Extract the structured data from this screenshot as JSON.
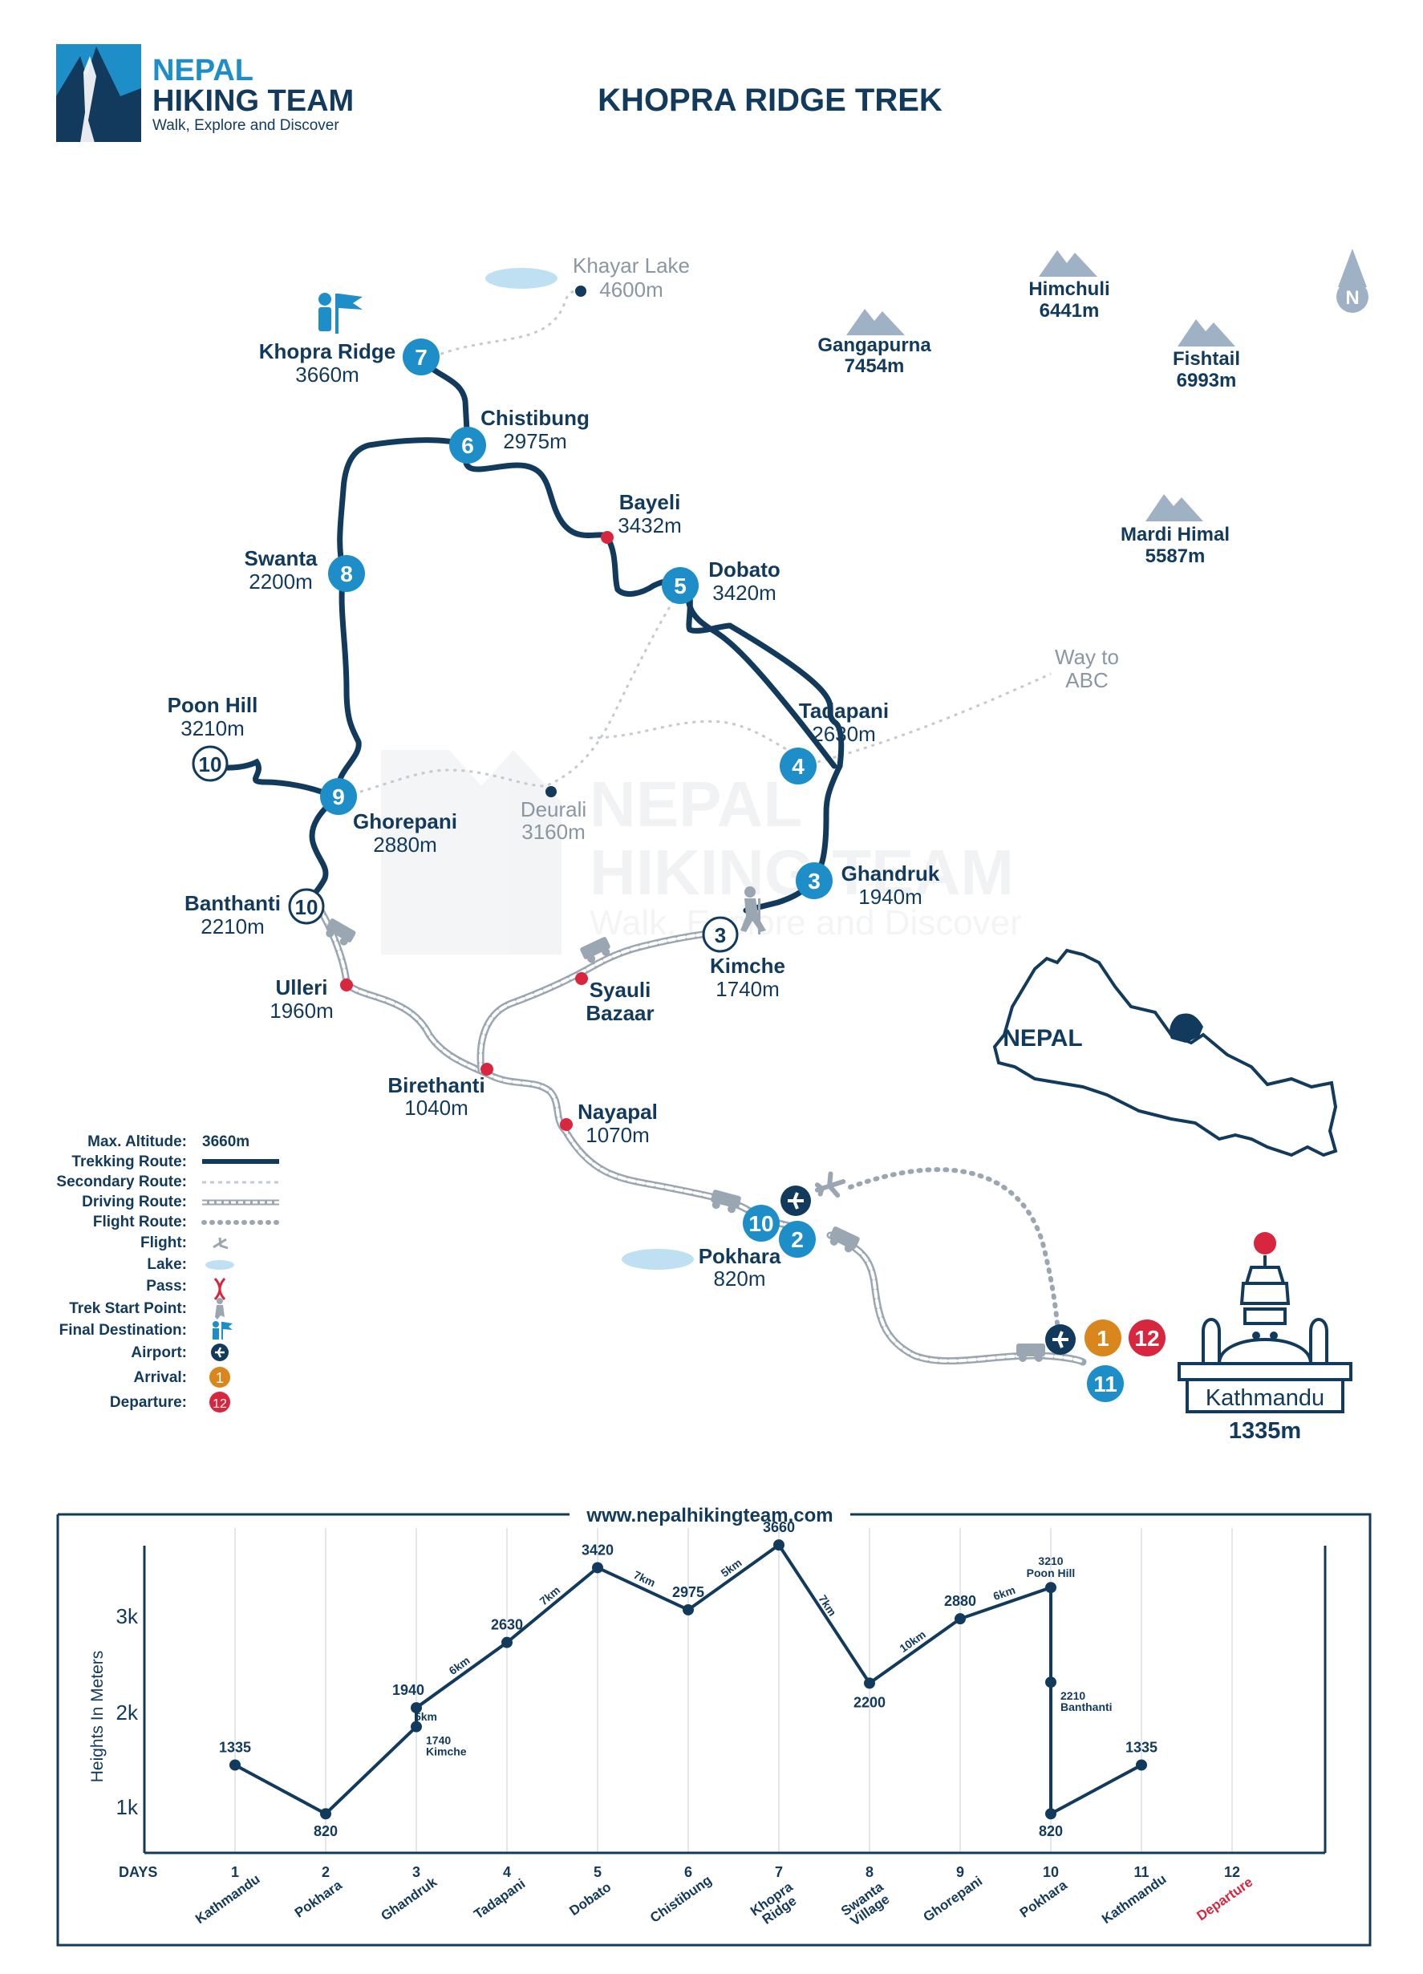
{
  "brand": {
    "line1": "NEPAL",
    "line2": "HIKING TEAM",
    "tagline": "Walk, Explore and Discover",
    "color": "#1e8ec9"
  },
  "title": "KHOPRA RIDGE TREK",
  "watermark": {
    "line1": "NEPAL",
    "line2": "HIKING TEAM",
    "line3": "Walk, Explore and Discover"
  },
  "compass": "N",
  "mountains": [
    {
      "name": "Himchuli",
      "alt": "6441m"
    },
    {
      "name": "Gangapurna",
      "alt": "7454m"
    },
    {
      "name": "Fishtail",
      "alt": "6993m"
    },
    {
      "name": "Mardi Himal",
      "alt": "5587m"
    }
  ],
  "lake_label": {
    "name": "Khayar Lake",
    "alt": "4600m"
  },
  "way_to": {
    "line1": "Way to",
    "line2": "ABC"
  },
  "deurali": {
    "name": "Deurali",
    "alt": "3160m"
  },
  "stops": {
    "khopra": {
      "name": "Khopra Ridge",
      "alt": "3660m",
      "day": "7"
    },
    "chistibung": {
      "name": "Chistibung",
      "alt": "2975m",
      "day": "6"
    },
    "bayeli": {
      "name": "Bayeli",
      "alt": "3432m"
    },
    "dobato": {
      "name": "Dobato",
      "alt": "3420m",
      "day": "5"
    },
    "swanta": {
      "name": "Swanta",
      "alt": "2200m",
      "day": "8"
    },
    "tadapani": {
      "name": "Tadapani",
      "alt": "2630m",
      "day": "4"
    },
    "poonhill": {
      "name": "Poon Hill",
      "alt": "3210m",
      "day": "10"
    },
    "ghorepani": {
      "name": "Ghorepani",
      "alt": "2880m",
      "day": "9"
    },
    "ghandruk": {
      "name": "Ghandruk",
      "alt": "1940m",
      "day": "3"
    },
    "banthanti": {
      "name": "Banthanti",
      "alt": "2210m",
      "day": "10"
    },
    "kimche": {
      "name": "Kimche",
      "alt": "1740m",
      "day": "3"
    },
    "ulleri": {
      "name": "Ulleri",
      "alt": "1960m"
    },
    "syauli": {
      "name1": "Syauli",
      "name2": "Bazaar"
    },
    "birethanti": {
      "name": "Birethanti",
      "alt": "1040m"
    },
    "nayapal": {
      "name": "Nayapal",
      "alt": "1070m"
    },
    "pokhara": {
      "name": "Pokhara",
      "alt": "820m",
      "day_a": "10",
      "day_b": "2"
    },
    "kathmandu": {
      "name": "Kathmandu",
      "alt": "1335m",
      "day_arrival": "1",
      "day_departure": "12",
      "day_b": "11"
    }
  },
  "inset_label": "NEPAL",
  "legend": [
    {
      "label": "Max. Altitude:",
      "value": "3660m"
    },
    {
      "label": "Trekking Route:"
    },
    {
      "label": "Secondary Route:"
    },
    {
      "label": "Driving Route:"
    },
    {
      "label": "Flight Route:"
    },
    {
      "label": "Flight:"
    },
    {
      "label": "Lake:"
    },
    {
      "label": "Pass:"
    },
    {
      "label": "Trek Start Point:"
    },
    {
      "label": "Final Destination:"
    },
    {
      "label": "Airport:"
    },
    {
      "label": "Arrival:",
      "value": "1"
    },
    {
      "label": "Departure:",
      "value": "12"
    }
  ],
  "colors": {
    "navy": "#123a5c",
    "blue": "#1e8ec9",
    "red": "#d7263d",
    "orange": "#d9861c",
    "lake": "#bfe0f3",
    "grey": "#b9c2cb"
  },
  "profile": {
    "website": "www.nepalhikingteam.com",
    "ylabel": "Heights In Meters",
    "xlabel": "DAYS",
    "yticks": [
      "3k",
      "2k",
      "1k"
    ],
    "days": [
      "1",
      "2",
      "3",
      "4",
      "5",
      "6",
      "7",
      "8",
      "9",
      "10",
      "11",
      "12"
    ],
    "day_names": [
      "Kathmandu",
      "Pokhara",
      "Ghandruk",
      "Tadapani",
      "Dobato",
      "Chistibung",
      "Khopra\nRidge",
      "Swanta\nVillage",
      "Ghorepani",
      "Pokhara",
      "Kathmandu",
      "Departure"
    ]
  },
  "chart_data": {
    "type": "line",
    "xlabel": "DAYS",
    "ylabel": "Heights In Meters",
    "yticks": [
      "1k",
      "2k",
      "3k"
    ],
    "points": [
      {
        "day": 1,
        "alt": 1335,
        "label": "1335"
      },
      {
        "day": 2,
        "alt": 820,
        "label": "820"
      },
      {
        "day": 3,
        "alt": 1740,
        "label": "1740",
        "sub": "Kimche"
      },
      {
        "day": 3,
        "alt": 1940,
        "label": "1940"
      },
      {
        "day": 4,
        "alt": 2630,
        "label": "2630"
      },
      {
        "day": 5,
        "alt": 3420,
        "label": "3420"
      },
      {
        "day": 6,
        "alt": 2975,
        "label": "2975"
      },
      {
        "day": 7,
        "alt": 3660,
        "label": "3660"
      },
      {
        "day": 8,
        "alt": 2200,
        "label": "2200"
      },
      {
        "day": 9,
        "alt": 2880,
        "label": "2880"
      },
      {
        "day": 10,
        "alt": 3210,
        "label": "3210",
        "sub": "Poon Hill"
      },
      {
        "day": 10,
        "alt": 2210,
        "label": "2210",
        "sub": "Banthanti"
      },
      {
        "day": 10,
        "alt": 820,
        "label": "820"
      },
      {
        "day": 11,
        "alt": 1335,
        "label": "1335"
      }
    ],
    "segment_distances": [
      {
        "between": "3 Kimche-1940",
        "text": "5km"
      },
      {
        "between": "3-4",
        "text": "6km"
      },
      {
        "between": "4-5",
        "text": "7km"
      },
      {
        "between": "5-6",
        "text": "7km"
      },
      {
        "between": "6-7",
        "text": "5km"
      },
      {
        "between": "7-8",
        "text": "7km"
      },
      {
        "between": "8-9",
        "text": "10km"
      },
      {
        "between": "9-10",
        "text": "6km"
      }
    ]
  }
}
